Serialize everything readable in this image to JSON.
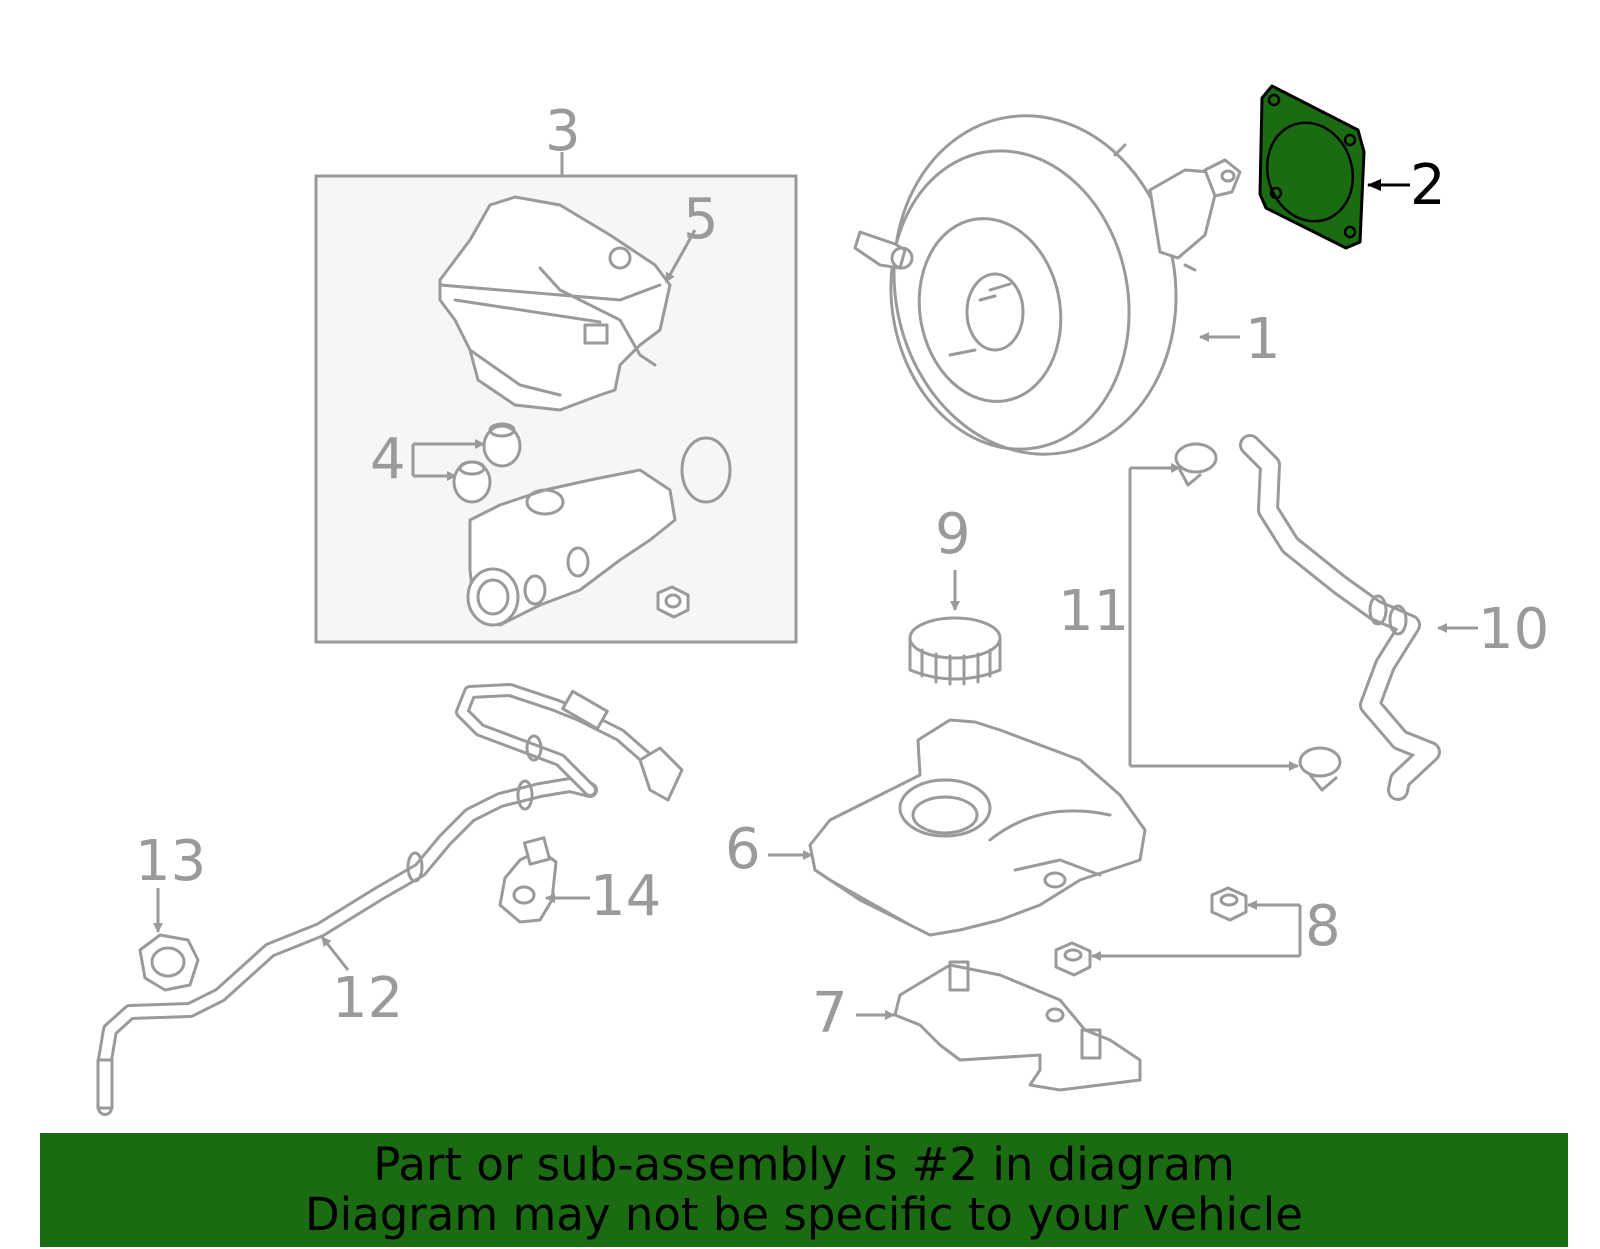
{
  "diagram": {
    "callouts": {
      "c1": "1",
      "c2": "2",
      "c3": "3",
      "c4": "4",
      "c5": "5",
      "c6": "6",
      "c7": "7",
      "c8": "8",
      "c9": "9",
      "c10": "10",
      "c11": "11",
      "c12": "12",
      "c13": "13",
      "c14": "14"
    },
    "highlighted_part": "2",
    "colors": {
      "highlight": "#1b6b12",
      "line_art": "#9a9a9a",
      "inset_box": "#f6f6f6"
    }
  },
  "banner": {
    "line1": "Part or sub-assembly is #2 in diagram",
    "line2": "Diagram may not be specific to your vehicle"
  }
}
